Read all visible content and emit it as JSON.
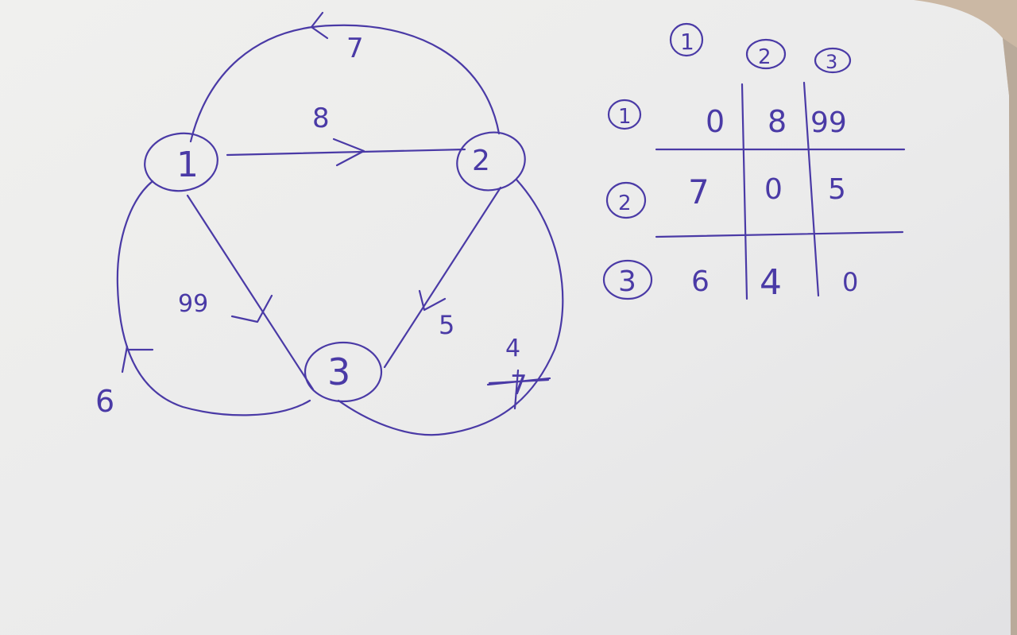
{
  "graph": {
    "nodes": [
      {
        "id": "n1",
        "label": "1"
      },
      {
        "id": "n2",
        "label": "2"
      },
      {
        "id": "n3",
        "label": "3"
      }
    ],
    "edges": [
      {
        "id": "e-2-1",
        "from": "2",
        "to": "1",
        "weight": "7"
      },
      {
        "id": "e-1-2",
        "from": "1",
        "to": "2",
        "weight": "8"
      },
      {
        "id": "e-1-3",
        "from": "1",
        "to": "3",
        "weight": "99"
      },
      {
        "id": "e-2-3",
        "from": "2",
        "to": "3",
        "weight": "5"
      },
      {
        "id": "e-3-1",
        "from": "3",
        "to": "1",
        "weight": "6"
      },
      {
        "id": "e-3-2",
        "from": "3",
        "to": "2",
        "weight": "4",
        "struck_weight": "7"
      }
    ]
  },
  "matrix": {
    "col_headers": [
      "1",
      "2",
      "3"
    ],
    "row_headers": [
      "1",
      "2",
      "3"
    ],
    "rows": [
      [
        "0",
        "8",
        "99"
      ],
      [
        "7",
        "0",
        "5"
      ],
      [
        "6",
        "4",
        "0"
      ]
    ]
  },
  "colors": {
    "ink": "#4a3aa6",
    "paper": "#ececec",
    "background": "#cdbfb0"
  }
}
